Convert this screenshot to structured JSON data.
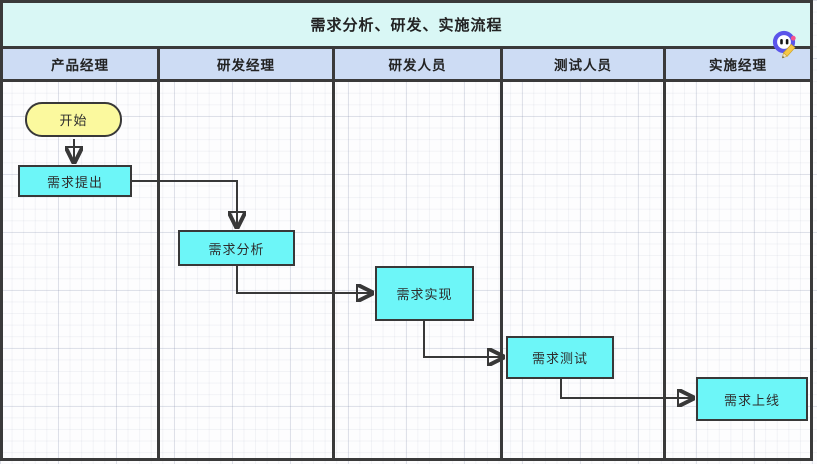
{
  "diagram": {
    "title": "需求分析、研发、实施流程",
    "lanes": [
      {
        "label": "产品经理"
      },
      {
        "label": "研发经理"
      },
      {
        "label": "研发人员"
      },
      {
        "label": "测试人员"
      },
      {
        "label": "实施经理"
      }
    ],
    "nodes": [
      {
        "id": "start",
        "label": "开始",
        "type": "terminator",
        "lane": "产品经理"
      },
      {
        "id": "propose",
        "label": "需求提出",
        "type": "process",
        "lane": "产品经理"
      },
      {
        "id": "analyze",
        "label": "需求分析",
        "type": "process",
        "lane": "研发经理"
      },
      {
        "id": "implement",
        "label": "需求实现",
        "type": "process",
        "lane": "研发人员"
      },
      {
        "id": "test",
        "label": "需求测试",
        "type": "process",
        "lane": "测试人员"
      },
      {
        "id": "launch",
        "label": "需求上线",
        "type": "process",
        "lane": "实施经理"
      }
    ],
    "edges": [
      {
        "from": "开始",
        "to": "需求提出"
      },
      {
        "from": "需求提出",
        "to": "需求分析"
      },
      {
        "from": "需求分析",
        "to": "需求实现"
      },
      {
        "from": "需求实现",
        "to": "需求测试"
      },
      {
        "from": "需求测试",
        "to": "需求上线"
      }
    ],
    "colors": {
      "title_bg": "#d9f7f5",
      "header_bg": "#cddcf4",
      "process_fill": "#6df6f8",
      "start_fill": "#fbf99e",
      "border": "#3a3a3a",
      "connector": "#383838"
    },
    "icons": {
      "collaborator": "user-cursor-icon"
    }
  }
}
